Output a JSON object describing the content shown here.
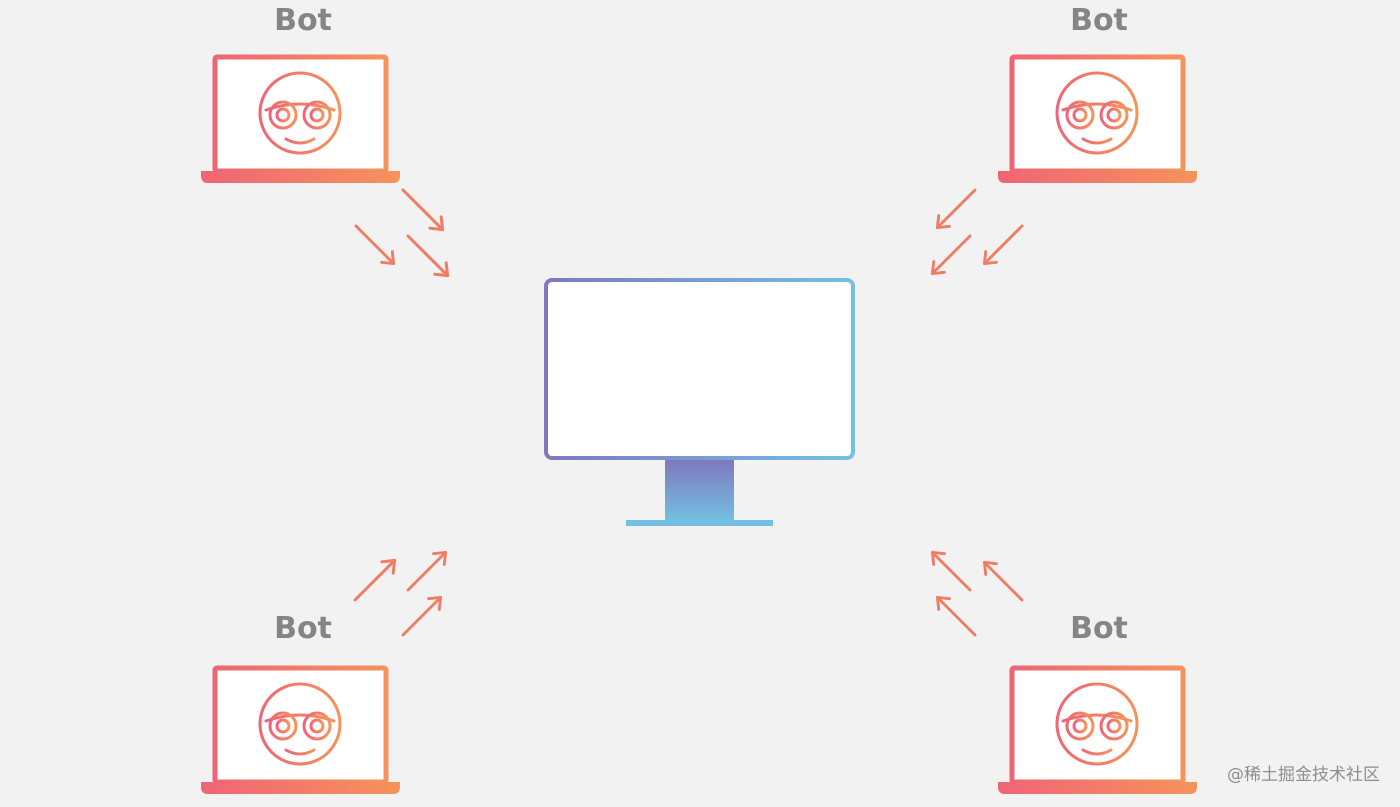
{
  "bots": [
    {
      "label": "Bot"
    },
    {
      "label": "Bot"
    },
    {
      "label": "Bot"
    },
    {
      "label": "Bot"
    }
  ],
  "watermark": "@稀土掘金技术社区",
  "colors": {
    "background": "#f2f2f2",
    "bot_gradient_start": "#ef6576",
    "bot_gradient_end": "#f5935b",
    "target_gradient_start": "#7e78bf",
    "target_gradient_end": "#74c0e2",
    "label": "#858585"
  },
  "icons": {
    "bot": "laptop-robot-icon",
    "target": "desktop-monitor-icon",
    "traffic": "arrow-icon"
  }
}
